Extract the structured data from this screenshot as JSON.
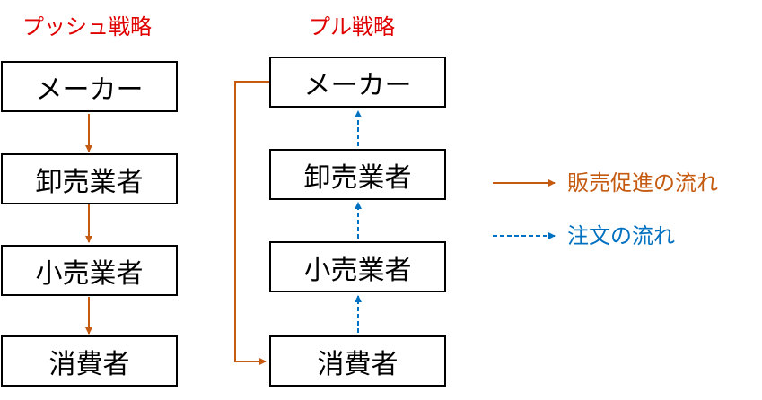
{
  "push": {
    "title": "プッシュ戦略",
    "boxes": [
      "メーカー",
      "卸売業者",
      "小売業者",
      "消費者"
    ]
  },
  "pull": {
    "title": "プル戦略",
    "boxes": [
      "メーカー",
      "卸売業者",
      "小売業者",
      "消費者"
    ]
  },
  "legend": {
    "promotion": "販売促進の流れ",
    "order": "注文の流れ"
  },
  "colors": {
    "title": "#e00000",
    "promotion": "#c55a11",
    "order": "#0070c0"
  }
}
